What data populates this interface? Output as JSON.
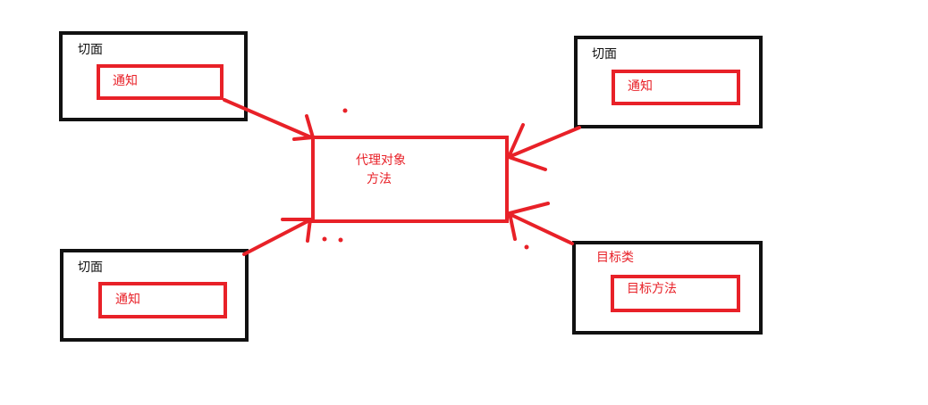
{
  "colors": {
    "black": "#111111",
    "red": "#e82128"
  },
  "diagram": {
    "top_left": {
      "title": "切面",
      "inner": "通知"
    },
    "top_right": {
      "title": "切面",
      "inner": "通知"
    },
    "bottom_left": {
      "title": "切面",
      "inner": "通知"
    },
    "bottom_right": {
      "title": "目标类",
      "inner": "目标方法"
    },
    "center": {
      "line1": "代理对象",
      "line2": "方法"
    }
  }
}
